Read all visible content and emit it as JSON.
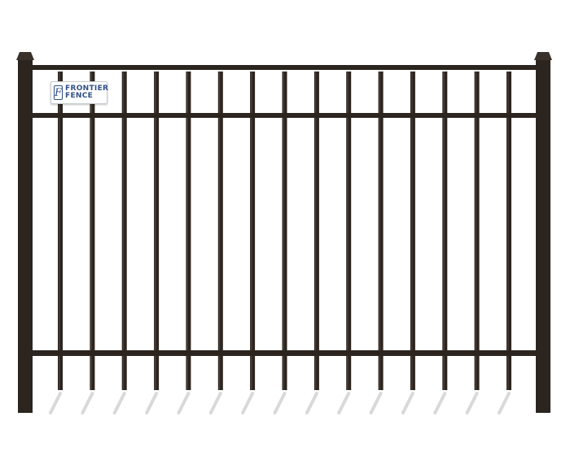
{
  "image": {
    "subject": "black aluminum picket fence panel",
    "colors": {
      "metal": "#2b241f",
      "metal_highlight": "#4a3f36",
      "background": "#ffffff",
      "shadow": "#d9d9d9",
      "logo_blue": "#2f4f86"
    },
    "picket_count": 15,
    "logo": {
      "line1": "FRONTIER",
      "line2": "FENCE",
      "monogram": "F"
    }
  }
}
